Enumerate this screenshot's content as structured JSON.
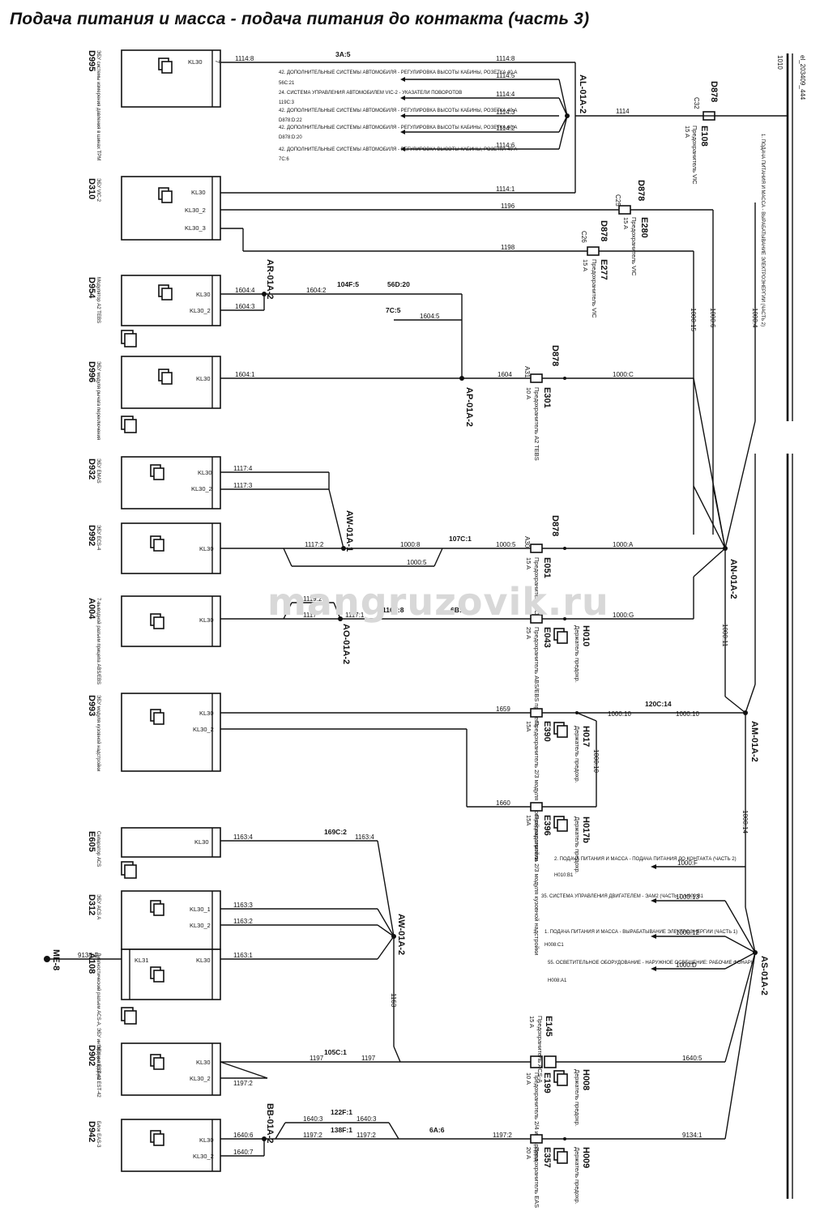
{
  "title": "Подача питания и масса - подача питания до контакта (часть 3)",
  "watermark": "mangruzovik.ru",
  "power_bus_label": "1010",
  "right_bus_tag": "el_203409_444",
  "modules": [
    {
      "code": "D995",
      "desc": "ЭБУ системы измерения давления в шинах TPM",
      "pins": [
        {
          "pin": "KL30",
          "pos": "7",
          "wire": "1114:8"
        }
      ]
    },
    {
      "code": "D310",
      "desc": "ЭБУ VIC-2",
      "pins": [
        {
          "pin": "KL30",
          "pos": "A2",
          "wire": "1114:1"
        },
        {
          "pin": "KL30_2",
          "pos": "A9",
          "wire": "1196"
        },
        {
          "pin": "KL30_3",
          "pos": "F3",
          "wire": "1198"
        }
      ]
    },
    {
      "code": "D954",
      "desc": "Модулятор A2 TEBS",
      "pins": [
        {
          "pin": "KL30",
          "pos": "A4",
          "wire": "1604:4"
        },
        {
          "pin": "KL30_2",
          "pos": "A5",
          "wire": "1604:3"
        }
      ]
    },
    {
      "code": "D996",
      "desc": "ЭБУ модуля рычага переключения",
      "pins": [
        {
          "pin": "KL30",
          "pos": "C2",
          "wire": "1604:1"
        }
      ]
    },
    {
      "code": "D932",
      "desc": "ЭБУ EMAS",
      "pins": [
        {
          "pin": "KL30",
          "pos": "B1",
          "wire": "1117:4"
        },
        {
          "pin": "KL30_2",
          "pos": "B2",
          "wire": "1117:3"
        }
      ]
    },
    {
      "code": "D992",
      "desc": "ЭБУ ECS-4",
      "pins": [
        {
          "pin": "KL30",
          "pos": "7",
          "wire": "1117:2"
        }
      ]
    },
    {
      "code": "A004",
      "desc": "7-выводной разъем прицепа ABS/EBS",
      "pins": [
        {
          "pin": "KL30",
          "pos": "1",
          "wire": "1119:2"
        }
      ]
    },
    {
      "code": "D993",
      "desc": "ЭБУ модуля кузовной надстройки",
      "pins": [
        {
          "pin": "KL30",
          "pos": "A2",
          "wire": "1659"
        },
        {
          "pin": "KL30_2",
          "pos": "A9",
          "wire": "1660"
        }
      ]
    },
    {
      "code": "E605",
      "desc": "Сепаратор ACS",
      "pins": [
        {
          "pin": "KL30",
          "pos": "13",
          "wire": "1163:4"
        }
      ]
    },
    {
      "code": "D312",
      "desc": "ЭБУ ACS A",
      "pins": [
        {
          "pin": "KL30_1",
          "pos": "10",
          "wire": "1163:3"
        },
        {
          "pin": "KL30_2",
          "pos": "20",
          "wire": "1163:2"
        }
      ]
    },
    {
      "code": "A108",
      "desc": "Диагностический разъем ACS-A, ЭБУ интардера EST-42",
      "pins": [
        {
          "pin": "KL31",
          "pos": "",
          "wire": "9134:1"
        },
        {
          "pin": "KL30",
          "pos": "8",
          "wire": "1163:1"
        }
      ]
    },
    {
      "code": "D902",
      "desc": "ЭБУ интардера EST-42",
      "pins": [
        {
          "pin": "KL30",
          "pos": "54",
          "wire": "1197"
        },
        {
          "pin": "KL30_2",
          "pos": "55",
          "wire": "1197:2"
        }
      ]
    },
    {
      "code": "D942",
      "desc": "Блок EAS-3",
      "pins": [
        {
          "pin": "KL30",
          "pos": "1",
          "wire": "1640:6"
        },
        {
          "pin": "KL30_2",
          "pos": "2",
          "wire": "1640:7"
        }
      ]
    }
  ],
  "connectors": [
    "3A:5",
    "104F:5",
    "56D:20",
    "7C:5",
    "107C:1",
    "110F:8",
    "6B:1",
    "120C:14",
    "169C:2",
    "105C:1",
    "122F:1",
    "138F:1",
    "6A:6"
  ],
  "splices": [
    "AL-01A-2",
    "AR-01A-2",
    "AP-01A-2",
    "AW-01A-1",
    "AO-01A-2",
    "AN-01A-2",
    "AM-01A-2",
    "AW-01A-2",
    "AS-01A-2",
    "BB-01A-2"
  ],
  "fuses": [
    {
      "code": "E108",
      "box": "D878",
      "pos": "C32",
      "rating": "15 A",
      "desc": "Предохранитель VIC"
    },
    {
      "code": "E280",
      "box": "D878",
      "pos": "C25",
      "rating": "15 A",
      "desc": "Предохранитель VIC"
    },
    {
      "code": "E277",
      "box": "D878",
      "pos": "C26",
      "rating": "15 A",
      "desc": "Предохранитель VIC"
    },
    {
      "code": "E301",
      "box": "D878",
      "pos": "A31",
      "rating": "10 A",
      "desc": "Предохранитель A2 TEBS"
    },
    {
      "code": "E051",
      "box": "D878",
      "pos": "A30",
      "rating": "15 A",
      "desc": "Предохранитель ECAS"
    },
    {
      "code": "E043",
      "box": "",
      "pos": "A",
      "rating": "25 A",
      "desc": "Предохранитель ABS/EBS прицепа"
    },
    {
      "code": "E390",
      "box": "",
      "pos": "A2",
      "rating": "15A",
      "desc": "Предохранитель 2/3 модуля кузовной надстройки"
    },
    {
      "code": "E396",
      "box": "",
      "pos": "B2",
      "rating": "15A",
      "desc": "Предохранитель 2/3 модуля кузовной надстройки"
    },
    {
      "code": "E145",
      "box": "",
      "pos": "",
      "rating": "15 A",
      "desc": "Предохранитель ACS-A"
    },
    {
      "code": "E199",
      "box": "",
      "pos": "B2",
      "rating": "10 A",
      "desc": "Предохранитель 2/4 интардера"
    },
    {
      "code": "E357",
      "box": "",
      "pos": "A2",
      "rating": "20 A",
      "desc": "Предохранитель EAS"
    }
  ],
  "holders": [
    {
      "code": "H010",
      "desc": "Держатель предохр."
    },
    {
      "code": "H017",
      "desc": "Держатель предохр."
    },
    {
      "code": "H017b",
      "desc": "Держатель предохр."
    },
    {
      "code": "H008",
      "desc": "Держатель предохр."
    },
    {
      "code": "H009",
      "desc": "Держатель предохр."
    }
  ],
  "references": [
    {
      "text": "42. ДОПОЛНИТЕЛЬНЫЕ СИСТЕМЫ АВТОМОБИЛЯ - РЕГУЛИРОВКА ВЫСОТЫ КАБИНЫ, РОЗЕТКА 40 А",
      "sub": "56C:21",
      "wire": "1114:5"
    },
    {
      "text": "24. СИСТЕМА УПРАВЛЕНИЯ АВТОМОБИЛЕМ VIC-2 - УКАЗАТЕЛИ ПОВОРОТОВ",
      "sub": "119C:3",
      "wire": "1114:4"
    },
    {
      "text": "42. ДОПОЛНИТЕЛЬНЫЕ СИСТЕМЫ АВТОМОБИЛЯ - РЕГУЛИРОВКА ВЫСОТЫ КАБИНЫ, РОЗЕТКА 40 А",
      "sub": "D878:D:22",
      "wire": "1114:3"
    },
    {
      "text": "42. ДОПОЛНИТЕЛЬНЫЕ СИСТЕМЫ АВТОМОБИЛЯ - РЕГУЛИРОВКА ВЫСОТЫ КАБИНЫ, РОЗЕТКА 40 А",
      "sub": "D878:D:20",
      "wire": "1114:2"
    },
    {
      "text": "42. ДОПОЛНИТЕЛЬНЫЕ СИСТЕМЫ АВТОМОБИЛЯ - РЕГУЛИРОВКА ВЫСОТЫ КАБИНЫ, РОЗЕТКА 40 А",
      "sub": "7C:6",
      "wire": "1114:6"
    },
    {
      "text": "2. ПОДАЧА ПИТАНИЯ И МАССА - ПОДАЧА ПИТАНИЯ ДО КОНТАКТА (ЧАСТЬ 2)",
      "sub": "H010:B1",
      "wire": "1000:F"
    },
    {
      "text": "35. СИСТЕМА УПРАВЛЕНИЯ ДВИГАТЕЛЕМ - ЭАМ2 (ЧАСТЬ 1) H009:B1",
      "sub": "",
      "wire": "1000:13"
    },
    {
      "text": "1. ПОДАЧА ПИТАНИЯ И МАССА - ВЫРАБАТЫВАНИЕ ЭЛЕКТРОЭНЕРГИИ (ЧАСТЬ 1)",
      "sub": "H008:C1",
      "wire": "1000:12"
    },
    {
      "text": "55. ОСВЕТИТЕЛЬНОЕ ОБОРУДОВАНИЕ - НАРУЖНОЕ ОСВЕЩЕНИЕ: РАБОЧИЕ ФОНАРИ",
      "sub": "H008:A1",
      "wire": "1000:D"
    },
    {
      "text": "1. ПОДАЧА ПИТАНИЯ И МАССА - ВЫРАБАТЫВАНИЕ ЭЛЕКТРОЭНЕРГИИ (ЧАСТЬ 2)",
      "sub": "",
      "wire": "1000:4"
    }
  ],
  "ground": "ME-8",
  "wire_labels": [
    "1114",
    "1114:1",
    "1114:8",
    "1196",
    "1198",
    "1604:2",
    "1604:5",
    "1604",
    "1000:C",
    "1000:A",
    "1000:G",
    "1000:10",
    "1000:11",
    "1000:14",
    "1000:15",
    "1000:6",
    "1000:7",
    "1000:8",
    "1000:5",
    "1117:1",
    "1117",
    "1119:1",
    "1119:3",
    "1163",
    "1163:4",
    "1197:2",
    "1640:3",
    "1640:5",
    "9134:1"
  ]
}
